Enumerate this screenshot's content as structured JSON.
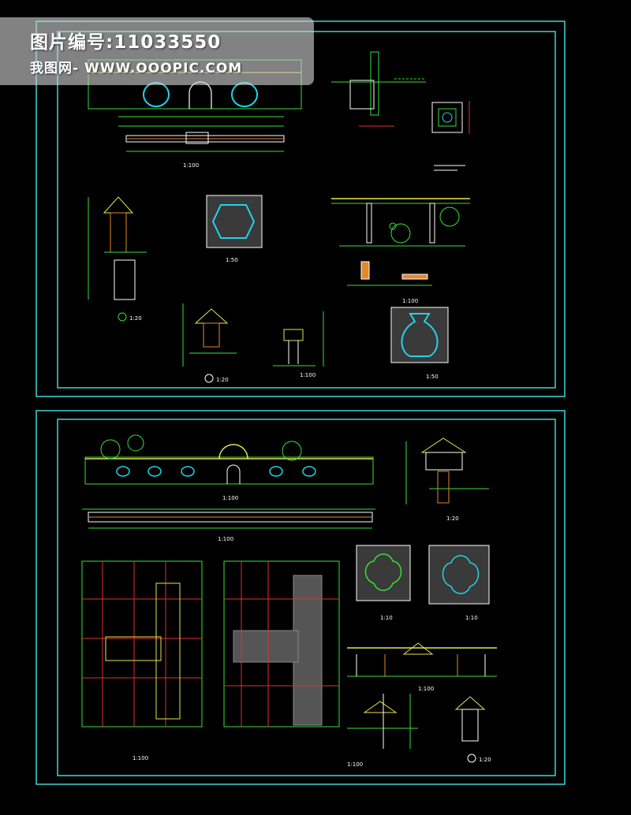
{
  "watermark": {
    "line1": "图片编号:11033550",
    "line2": "我图网- WWW.OOOPIC.COM"
  },
  "sheet_top": {
    "labels": {
      "front_elevation": "1:100",
      "detail_a": "1:20",
      "detail_b": "1:20",
      "hex_window": "1:50",
      "corridor_elevation": "1:100",
      "small_elevation": "1:100",
      "vase_window": "1:50"
    }
  },
  "sheet_bottom": {
    "labels": {
      "wall_elevation": "1:100",
      "wall_plan": "1:100",
      "gate_detail": "1:20",
      "window_a": "1:10",
      "window_b": "1:10",
      "corridor_elev": "1:100",
      "plan_left": "1:100",
      "section": "1:100",
      "detail_c": "1:20"
    }
  },
  "colors": {
    "frame": "#3fd6d6",
    "line": "#38e038",
    "accent": "#e6e64a",
    "red": "#e03030",
    "white": "#ffffff",
    "cyan": "#21d3e8",
    "orange": "#e08a2a"
  }
}
